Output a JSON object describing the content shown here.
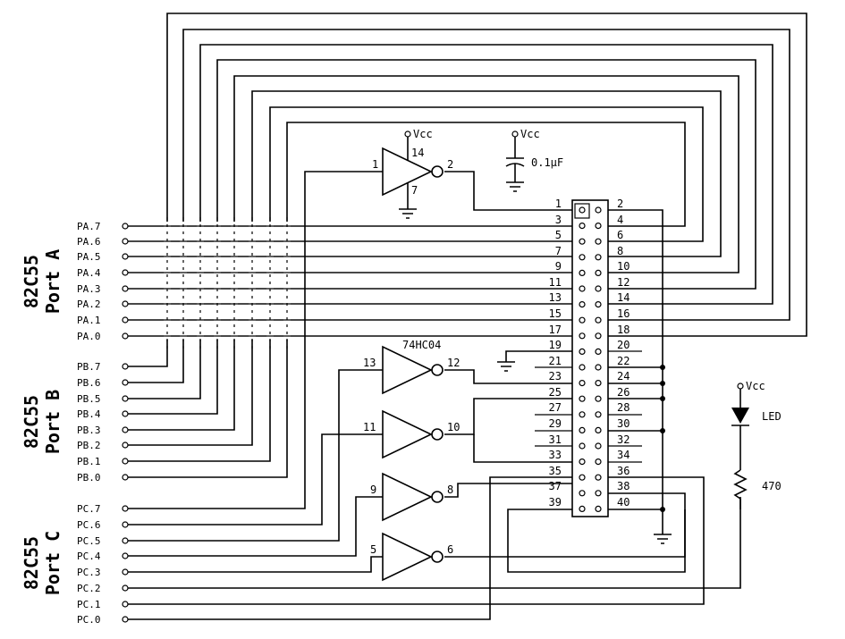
{
  "ports": [
    {
      "title": "82C55",
      "sub": "Port A",
      "pins": [
        "PA.7",
        "PA.6",
        "PA.5",
        "PA.4",
        "PA.3",
        "PA.2",
        "PA.1",
        "PA.0"
      ]
    },
    {
      "title": "82C55",
      "sub": "Port B",
      "pins": [
        "PB.7",
        "PB.6",
        "PB.5",
        "PB.4",
        "PB.3",
        "PB.2",
        "PB.1",
        "PB.0"
      ]
    },
    {
      "title": "82C55",
      "sub": "Port C",
      "pins": [
        "PC.7",
        "PC.6",
        "PC.5",
        "PC.4",
        "PC.3",
        "PC.2",
        "PC.1",
        "PC.0"
      ]
    }
  ],
  "connector": {
    "left_pins": [
      "1",
      "3",
      "5",
      "7",
      "9",
      "11",
      "13",
      "15",
      "17",
      "19",
      "21",
      "23",
      "25",
      "27",
      "29",
      "31",
      "33",
      "35",
      "37",
      "39"
    ],
    "right_pins": [
      "2",
      "4",
      "6",
      "8",
      "10",
      "12",
      "14",
      "16",
      "18",
      "20",
      "22",
      "24",
      "26",
      "28",
      "30",
      "32",
      "34",
      "36",
      "38",
      "40"
    ]
  },
  "gates": [
    {
      "in": "1",
      "out": "2"
    },
    {
      "in": "13",
      "out": "12"
    },
    {
      "in": "11",
      "out": "10"
    },
    {
      "in": "9",
      "out": "8"
    },
    {
      "in": "5",
      "out": "6"
    }
  ],
  "ic_label": "74HC04",
  "vcc_label": "Vcc",
  "vcc_pin": "14",
  "gnd_pin": "7",
  "cap_label": "0.1μF",
  "led_label": "LED",
  "resistor_label": "470"
}
